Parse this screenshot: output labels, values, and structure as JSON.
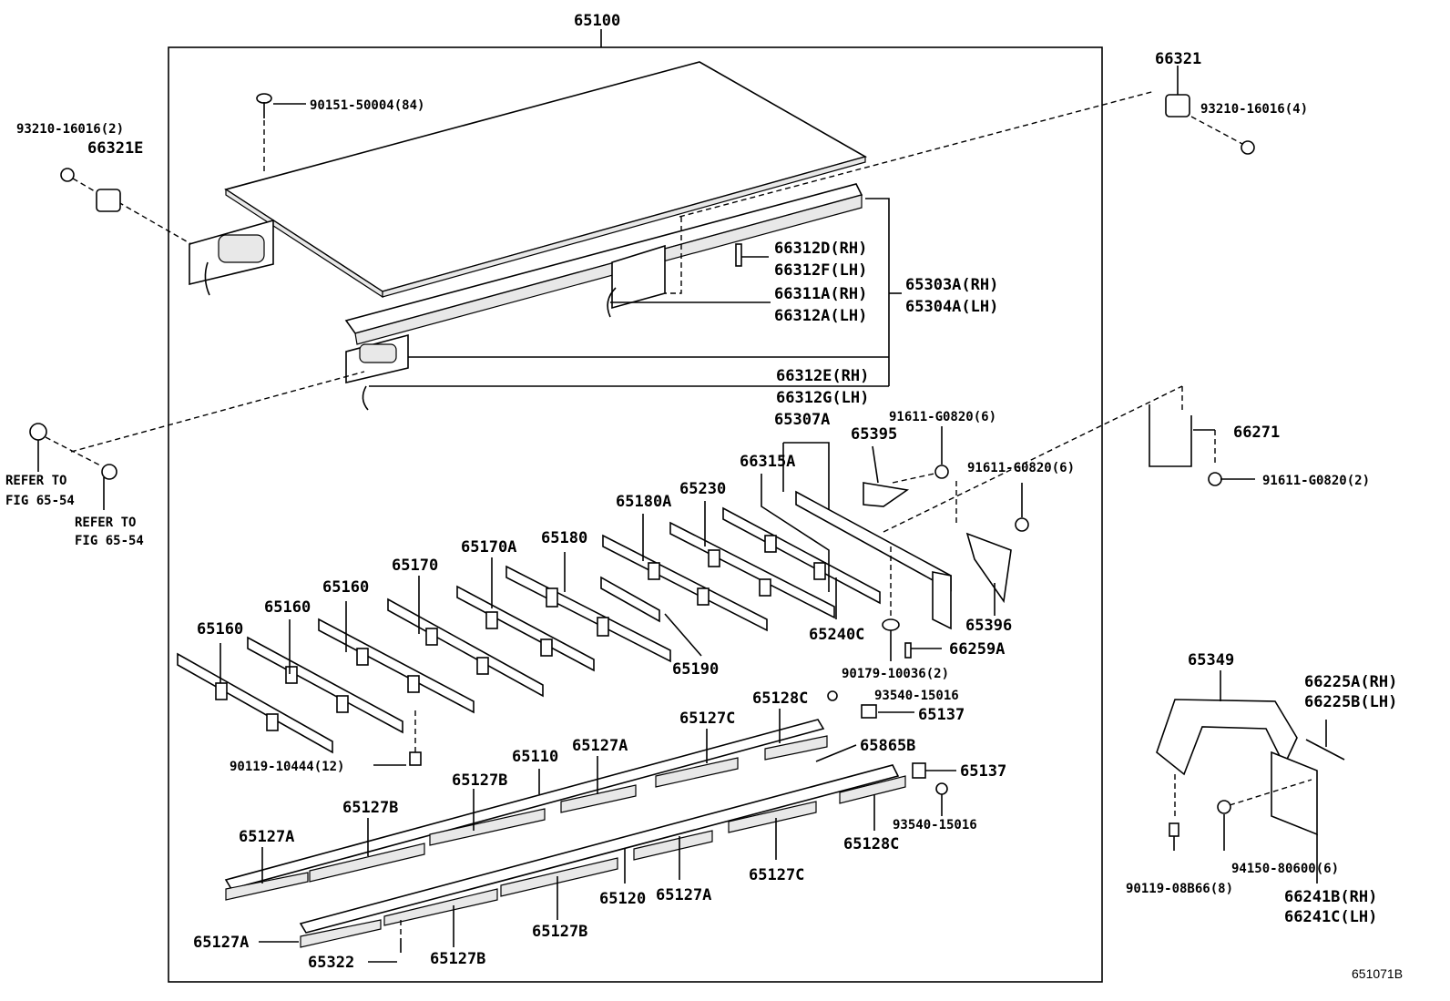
{
  "diagram": {
    "assembly_number": "65100",
    "figure_ref": "651071B",
    "callouts": {
      "c_66321": "66321",
      "c_93210_4": "93210-16016(4)",
      "c_93210_2": "93210-16016(2)",
      "c_66321E": "66321E",
      "c_90151": "90151-50004(84)",
      "c_66312D": "66312D(RH)",
      "c_66312F": "66312F(LH)",
      "c_66311A": "66311A(RH)",
      "c_66312A": "66312A(LH)",
      "c_65303A": "65303A(RH)",
      "c_65304A": "65304A(LH)",
      "c_66312E": "66312E(RH)",
      "c_66312G": "66312G(LH)",
      "c_refer1a": "REFER TO",
      "c_refer1b": "FIG 65-54",
      "c_refer2a": "REFER TO",
      "c_refer2b": "FIG 65-54",
      "c_65307A": "65307A",
      "c_65395": "65395",
      "c_91611_6a": "91611-G0820(6)",
      "c_91611_6b": "91611-G0820(6)",
      "c_91611_2": "91611-G0820(2)",
      "c_66271": "66271",
      "c_66315A": "66315A",
      "c_65230": "65230",
      "c_65180A": "65180A",
      "c_65180": "65180",
      "c_65170A": "65170A",
      "c_65170": "65170",
      "c_65160a": "65160",
      "c_65160b": "65160",
      "c_65160c": "65160",
      "c_65396": "65396",
      "c_65240C": "65240C",
      "c_65190": "65190",
      "c_66259A": "66259A",
      "c_90179": "90179-10036(2)",
      "c_65349": "65349",
      "c_66225A": "66225A(RH)",
      "c_66225B": "66225B(LH)",
      "c_65128C_top": "65128C",
      "c_93540_top": "93540-15016",
      "c_65137_top": "65137",
      "c_65127C_top": "65127C",
      "c_65865B": "65865B",
      "c_65137_mid": "65137",
      "c_65110": "65110",
      "c_65127A_top": "65127A",
      "c_90119_104": "90119-10444(12)",
      "c_65127B_a": "65127B",
      "c_65127B_b": "65127B",
      "c_93540_mid": "93540-15016",
      "c_65128C_mid": "65128C",
      "c_65127A_left": "65127A",
      "c_65127C_bot": "65127C",
      "c_65120": "65120",
      "c_65127A_mid": "65127A",
      "c_65127B_c": "65127B",
      "c_65127A_bot": "65127A",
      "c_65322": "65322",
      "c_65127B_d": "65127B",
      "c_94150": "94150-80600(6)",
      "c_90119_08B": "90119-08B66(8)",
      "c_66241B": "66241B(RH)",
      "c_66241C": "66241C(LH)"
    }
  }
}
